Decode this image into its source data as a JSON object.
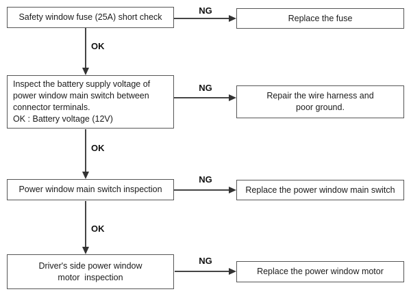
{
  "diagram": {
    "type": "troubleshooting-flowchart",
    "ok_label": "OK",
    "ng_label": "NG",
    "colors": {
      "background": "#ffffff",
      "box_border": "#555555",
      "connector_line": "#444444",
      "text": "#1a1a1a"
    },
    "steps": {
      "step1": {
        "lines": [
          "Safety window fuse (25A) short check"
        ]
      },
      "step2": {
        "lines": [
          "Inspect the battery supply voltage of",
          "power window main switch between",
          "connector terminals.",
          "OK : Battery voltage (12V)"
        ]
      },
      "step3": {
        "lines": [
          "Power window main switch inspection"
        ]
      },
      "step4": {
        "lines": [
          "Driver's side power window",
          "motor  inspection"
        ]
      }
    },
    "actions": {
      "action1": {
        "lines": [
          "Replace the fuse"
        ]
      },
      "action2": {
        "lines": [
          "Repair the wire harness and",
          "poor ground."
        ]
      },
      "action3": {
        "lines": [
          "Replace the power window main switch"
        ]
      },
      "action4": {
        "lines": [
          "Replace the power window motor"
        ]
      }
    }
  }
}
